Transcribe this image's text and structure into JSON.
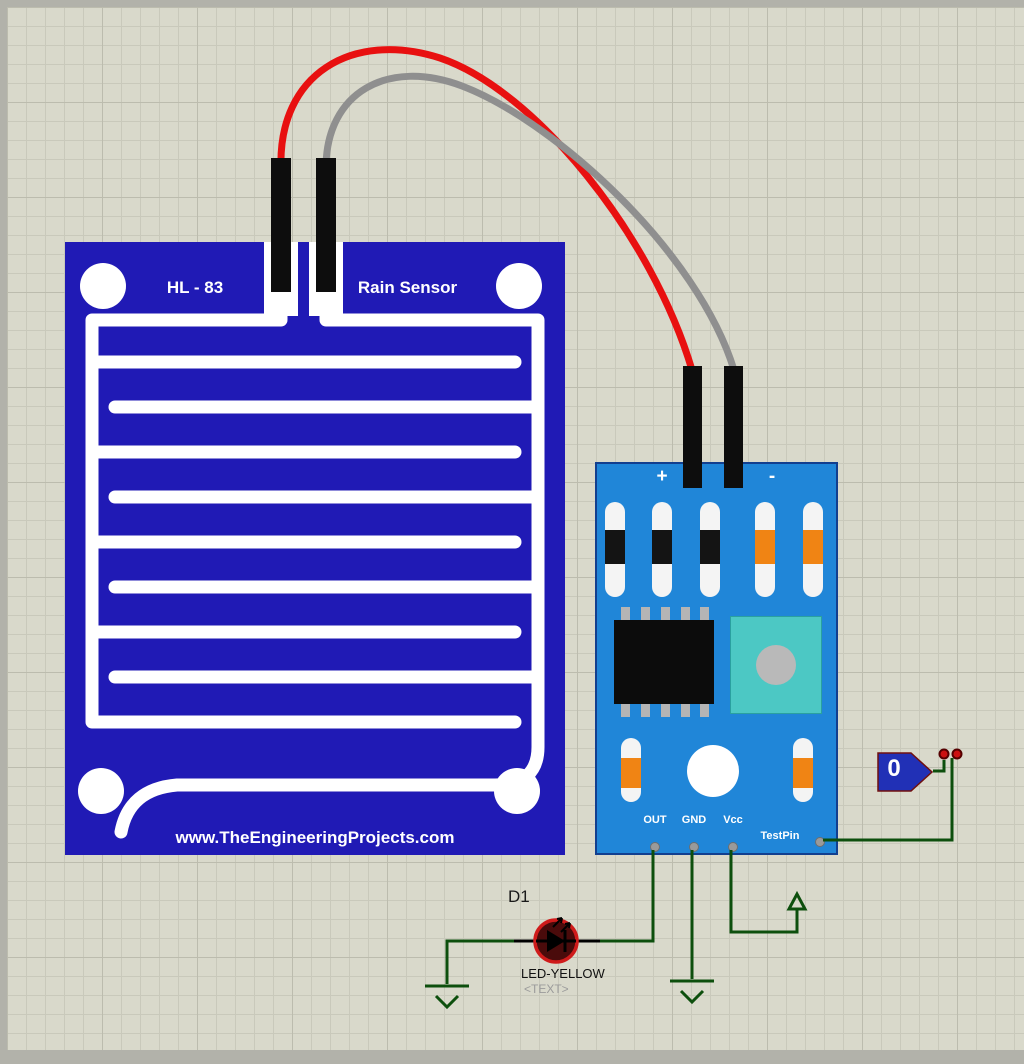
{
  "colors": {
    "canvas_bg": "#d9d9cb",
    "grid_line": "#c9c9bb",
    "rain_board": "#201ab5",
    "module_board": "#2086d8",
    "pot": "#4cc8c4",
    "band_orange": "#f08414",
    "wire_red": "#e81010",
    "wire_gray": "#8f8f8f",
    "wire_green": "#0d4f0d",
    "led_ring": "#cf1b1b",
    "logic_box": "#2130b6"
  },
  "rain_sensor": {
    "model": "HL - 83",
    "name": "Rain Sensor",
    "website": "www.TheEngineeringProjects.com"
  },
  "module": {
    "plus": "+",
    "minus": "-",
    "pins": [
      "OUT",
      "GND",
      "Vcc"
    ],
    "testpin": "TestPin"
  },
  "led": {
    "ref": "D1",
    "value": "LED-YELLOW",
    "placeholder": "<TEXT>"
  },
  "logic_state": {
    "value": "0"
  }
}
